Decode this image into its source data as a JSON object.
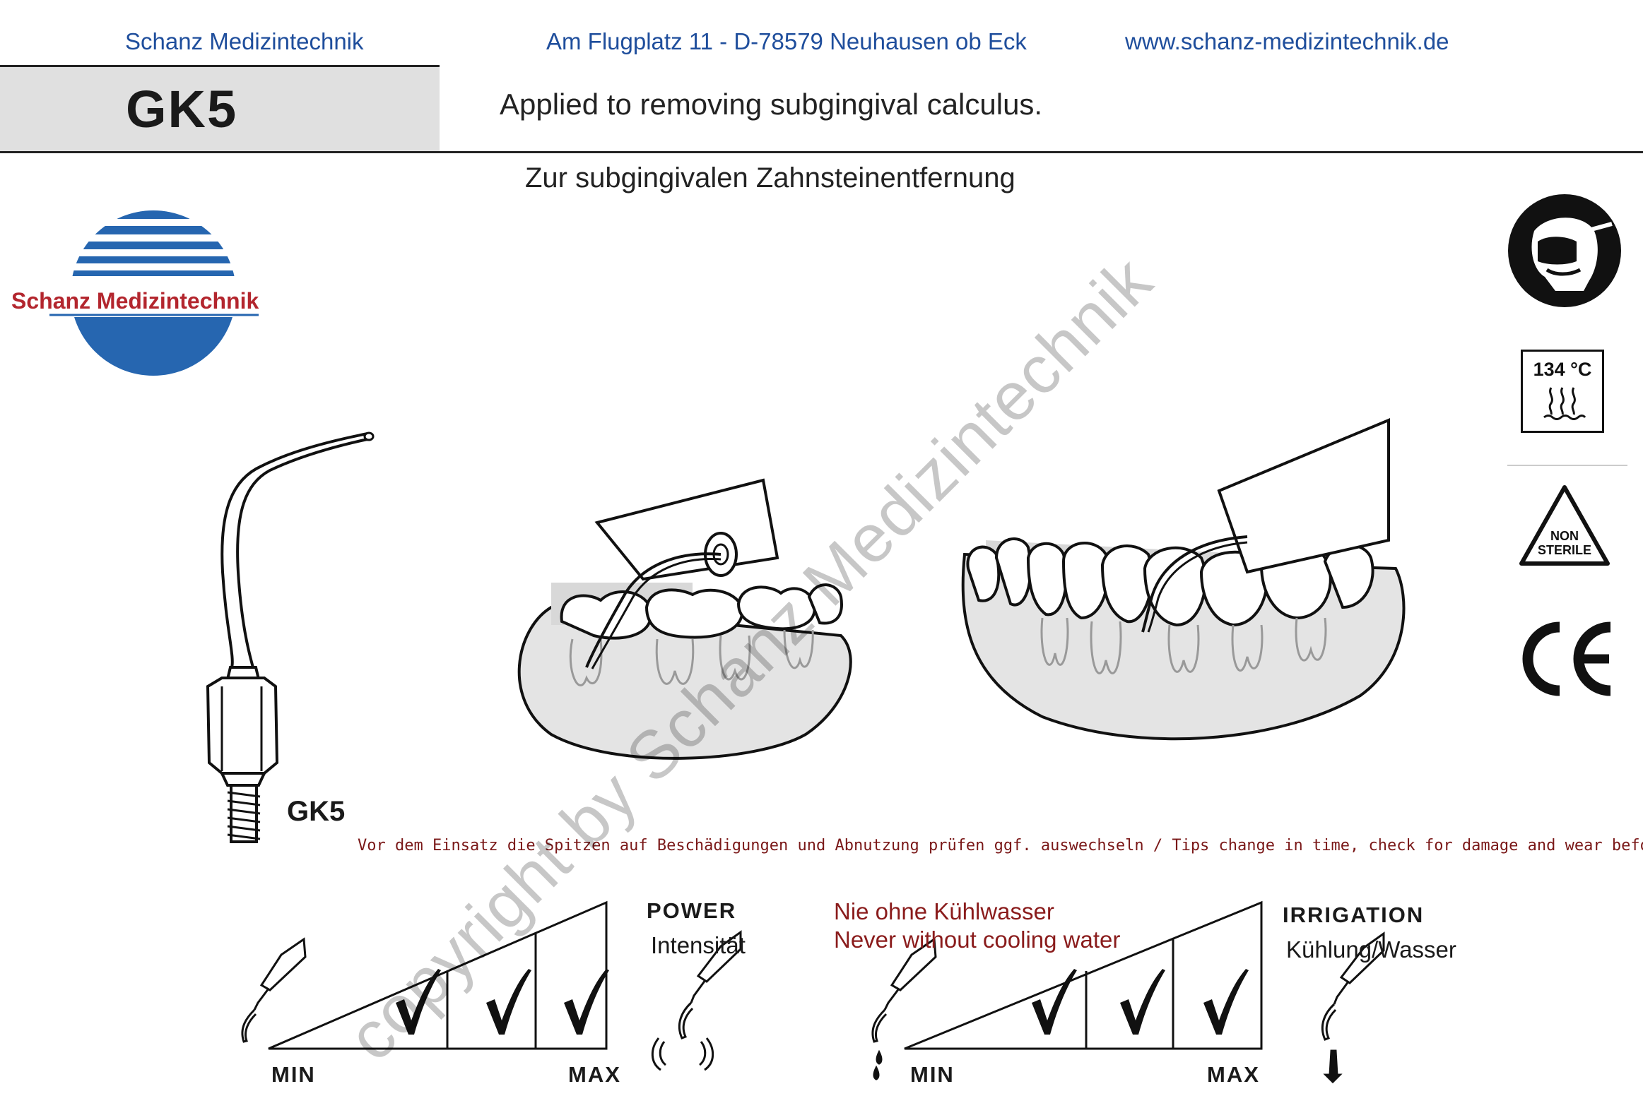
{
  "header": {
    "company": "Schanz Medizintechnik",
    "address": "Am Flugplatz 11 - D-78579 Neuhausen ob Eck",
    "website": "www.schanz-medizintechnik.de"
  },
  "title": {
    "model": "GK5",
    "description_en": "Applied to removing subgingival calculus.",
    "description_de": "Zur subgingivalen Zahnsteinentfernung"
  },
  "logo": {
    "text": "Schanz Medizintechnik"
  },
  "product": {
    "label": "GK5"
  },
  "symbols": {
    "temperature": "134 °C",
    "non_sterile_line1": "NON",
    "non_sterile_line2": "STERILE",
    "ce": "CE"
  },
  "warning": "Vor dem Einsatz die Spitzen auf  Beschädigungen und Abnutzung prüfen ggf. auswechseln / Tips change in time, check for damage and wear before use.",
  "power_scale": {
    "title": "POWER",
    "subtitle": "Intensität",
    "min": "MIN",
    "max": "MAX",
    "checked": [
      true,
      true,
      true
    ]
  },
  "irrigation_scale": {
    "title": "IRRIGATION",
    "subtitle": "Kühlung/Wasser",
    "note_de": "Nie ohne Kühlwasser",
    "note_en": "Never without cooling water",
    "min": "MIN",
    "max": "MAX",
    "checked": [
      true,
      true,
      true
    ]
  },
  "watermark": "copyright by Schanz Medizintechnik",
  "colors": {
    "header_blue": "#1f4e9c",
    "logo_red": "#b3262e",
    "warning_red": "#7a1818",
    "band_gray": "#e0e0e0"
  }
}
